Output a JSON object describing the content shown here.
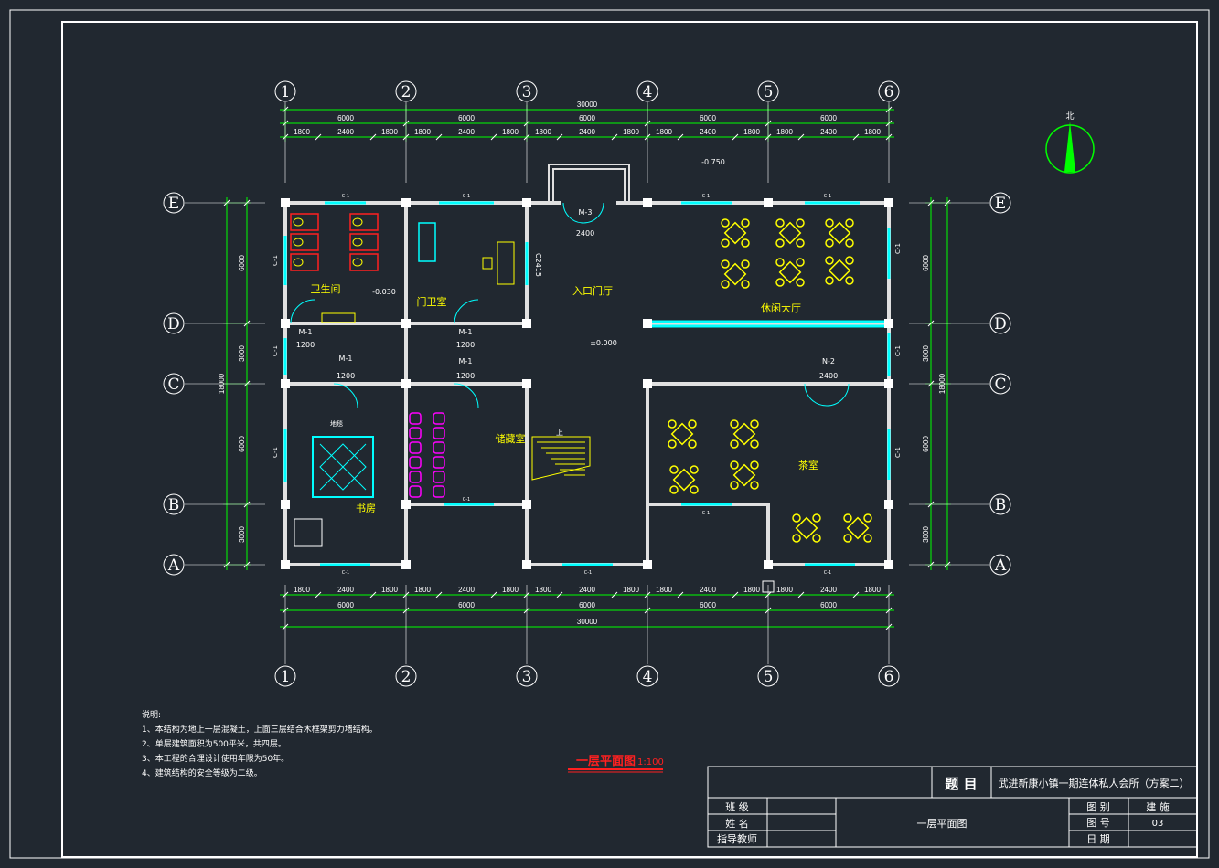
{
  "colors": {
    "background": "#212830",
    "wall": "#e0e0e0",
    "dim": "#00ff00",
    "cyan": "#00ffff",
    "yellow": "#ffff00",
    "red": "#ff2020",
    "magenta": "#ff00ff",
    "white": "#ffffff"
  },
  "grid": {
    "cols": [
      "1",
      "2",
      "3",
      "4",
      "5",
      "6"
    ],
    "rows": [
      "E",
      "D",
      "C",
      "B",
      "A"
    ]
  },
  "dims": {
    "total": "30000",
    "top_segments": [
      "6000",
      "6000",
      "6000",
      "6000",
      "6000"
    ],
    "top_sub": [
      "1800",
      "2400",
      "1800",
      "1800",
      "2400",
      "1800",
      "1800",
      "2400",
      "1800",
      "1800",
      "2400",
      "1800",
      "1800",
      "2400",
      "1800"
    ],
    "bottom_sub": [
      "1800",
      "2400",
      "1800",
      "1800",
      "2400",
      "1800",
      "1800",
      "2400",
      "1800",
      "1800",
      "2400",
      "1800",
      "1800",
      "2400",
      "1800"
    ],
    "bottom_segments": [
      "6000",
      "6000",
      "6000",
      "6000",
      "6000"
    ],
    "left_vertical": [
      "6000",
      "3000",
      "6000",
      "3000"
    ],
    "left_total": "18000",
    "right_vertical": [
      "6000",
      "3000",
      "6000",
      "3000"
    ],
    "right_total": "18000"
  },
  "rooms": {
    "toilet": "卫生间",
    "guard": "门卫室",
    "entrance": "入口门厅",
    "lounge": "休闲大厅",
    "storage": "储藏室",
    "study": "书房",
    "tea": "茶室"
  },
  "labels": {
    "m3": "M-3",
    "m3_w": "2400",
    "m1a": "M-1",
    "m1a_w": "1200",
    "m1b": "M-1",
    "m1b_w": "1200",
    "m1c": "M-1",
    "m1c_w": "1200",
    "m1d": "M-1",
    "m1d_w": "1200",
    "n2": "N-2",
    "n2_w": "2400",
    "c2415": "C2415",
    "elev_out": "-0.750",
    "elev_toilet": "-0.030",
    "elev_main": "±0.000",
    "stair_up": "上",
    "study_mark": "地毯",
    "north": "北",
    "win": "C-1"
  },
  "plan_title": "一层平面图",
  "plan_scale": "1:100",
  "notes": {
    "heading": "说明:",
    "items": [
      "1、本结构为地上一层混凝土，上面三层结合木框架剪力墙结构。",
      "2、单层建筑面积为500平米，共四层。",
      "3、本工程的合理设计使用年限为50年。",
      "4、建筑结构的安全等级为二级。"
    ]
  },
  "title_block": {
    "subject_label": "题  目",
    "subject": "武进新康小镇一期连体私人会所（方案二）",
    "class_label": "班  级",
    "name_label": "姓  名",
    "teacher_label": "指导教师",
    "drawing_name": "一层平面图",
    "category_label": "图  别",
    "category": "建  施",
    "number_label": "图  号",
    "number": "03",
    "date_label": "日  期"
  }
}
